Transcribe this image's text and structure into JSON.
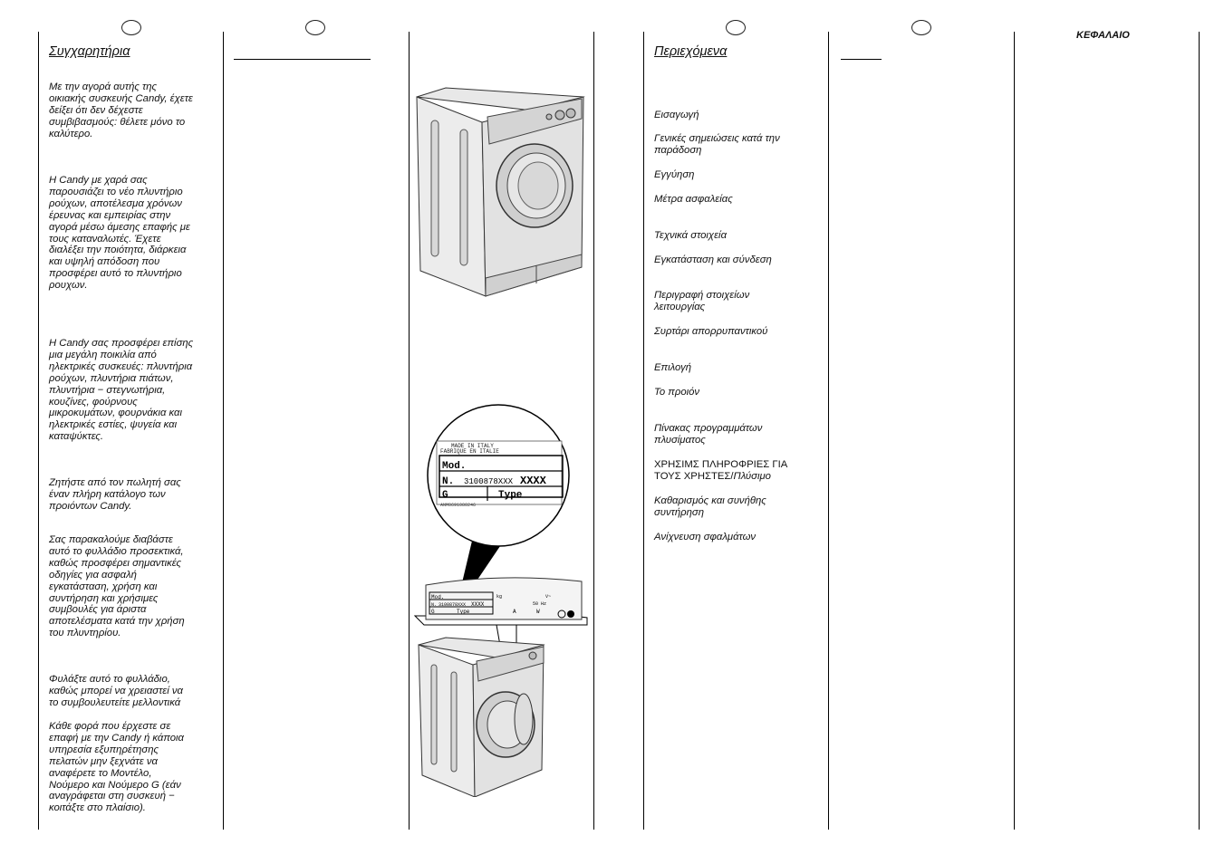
{
  "left_page": {
    "heading": "Συγχαρητήρια",
    "paragraphs": [
      "Με την αγορά αυτής της\nοικιακής συσκευής Candy, έχετε\nδείξει ότι δεν δέχεστε\nσυμβιβασμούς: θέλετε μόνο το\nκαλύτερο.",
      "Η Candy με χαρά σας\nπαρουσιάζει το νέο πλυντήριο\nρούχων, αποτέλεσμα χρόνων\nέρευνας και εμπειρίας στην\nαγορά μέσω άμεσης επαφής με\nτους καταναλωτές. Έχετε\nδιαλέξει την ποιότητα, διάρκεια\nκαι υψηλή απόδοση που\nπροσφέρει αυτό το πλυντήριο\nρουχων.",
      "Η Candy σας προσφέρει επίσης\nμια μεγάλη ποικιλία από\nηλεκτρικές συσκευές: πλυντήρια\nρούχων, πλυντήρια πιάτων,\nπλυντήρια − στεγνωτήρια,\nκουζίνες, φούρνους\nμικροκυμάτων, φουρνάκια και\nηλεκτρικές εστίες, ψυγεία και\nκαταψύκτες.",
      "Ζητήστε από τον πωλητή σας\nέναν πλήρη κατάλογο των\nπροιόντων Candy.",
      "Σας παρακαλούμε διαβάστε\nαυτό το φυλλάδιο προσεκτικά,\nκαθώς προσφέρει σημαντικές\nοδηγίες για ασφαλή\nεγκατάσταση, χρήση και\nσυντήρηση και χρήσιμες\nσυμβουλές για άριστα\nαποτελέσματα κατά την χρήση\nτου πλυντηρίου.",
      "Φυλάξτε αυτό το φυλλάδιο,\nκαθώς μπορεί να χρειαστεί να\nτο συμβουλευτείτε μελλοντικά",
      "Κάθε φορά που έρχεστε σε\nεπαφή με την Candy ή κάποια\nυπηρεσία εξυπηρέτησης\nπελατών μην ξεχνάτε να\nαναφέρετε το Μοντέλο,\nΝούμερο και Νούμερο G (εάν\nαναγράφεται στη συσκευή −\nκοιτάξτε στο πλαίσιο)."
    ]
  },
  "rating_plate": {
    "made_in": "MADE IN ITALY",
    "fabrique": "FABRIQUE EN ITALIE",
    "mod": "Mod.",
    "n_label": "N.",
    "serial": "3100878XXX",
    "xxxx": "XXXX",
    "g": "G",
    "type": "Type",
    "code": "ANM0691080246",
    "small_kg": "kg",
    "small_v": "V~",
    "small_hz": "50 Hz",
    "small_a": "A",
    "small_w": "W"
  },
  "right_page": {
    "heading": "Περιεχόμενα",
    "toc": [
      "Εισαγωγή",
      "Γενικές σημειώσεις κατά την\nπαράδοση",
      "Εγγύηση",
      "Μέτρα ασφαλείας",
      "Τεχνικά στοιχεία",
      "Εγκατάσταση και σύνδεση",
      "Περιγραφή στοιχείων\nλειτουργίας",
      "Συρτάρι απορρυπαντικού",
      "Επιλογή",
      "Το προιόν",
      "Πίνακας προγραμμάτων\nπλυσίματος",
      "Καθαρισμός και συνήθης\nσυντήρηση",
      "Ανίχνευση σφαλμάτων"
    ],
    "toc_upright": "ΧΡΗΣΙΜΣ ΠΛΗΡΟΦΡΙΕΣ ΓΙΑ\nΤΟΥΣ ΧΡΗΣΤΕΣ/",
    "toc_upright_italic": "Πλύσιμο",
    "chapter_label": "ΚΕΦΑΛΑΙΟ"
  }
}
